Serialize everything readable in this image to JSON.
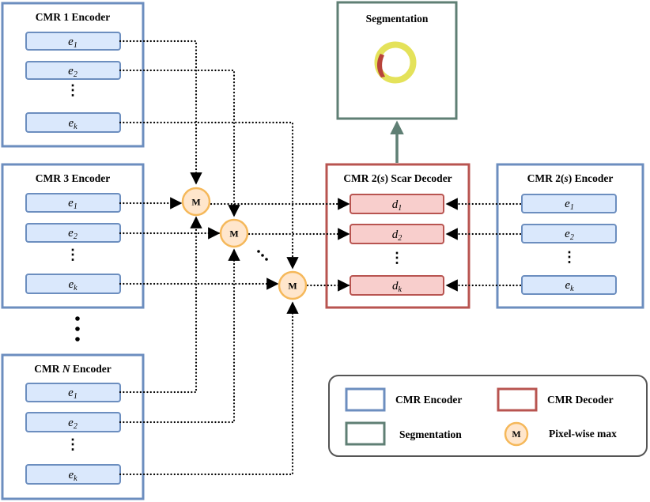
{
  "colors": {
    "encoder_border": "#6c8ebf",
    "encoder_fill": "#dae8fc",
    "decoder_border": "#b85450",
    "decoder_fill": "#f8cecc",
    "segmentation_border": "#5f7f74",
    "merge_fill": "#ffe6cc",
    "merge_border": "#f5b85a",
    "ring_yellow": "#e4e25a",
    "scar_red": "#b8433a"
  },
  "encoders": {
    "cmr1": {
      "title": "CMR 1 Encoder",
      "items": [
        {
          "base": "e",
          "sub": "1"
        },
        {
          "base": "e",
          "sub": "2"
        },
        {
          "base": "e",
          "sub": "k"
        }
      ]
    },
    "cmr3": {
      "title": "CMR 3 Encoder",
      "items": [
        {
          "base": "e",
          "sub": "1"
        },
        {
          "base": "e",
          "sub": "2"
        },
        {
          "base": "e",
          "sub": "k"
        }
      ]
    },
    "cmrN": {
      "title_prefix": "CMR ",
      "title_var": "N",
      "title_suffix": " Encoder",
      "items": [
        {
          "base": "e",
          "sub": "1"
        },
        {
          "base": "e",
          "sub": "2"
        },
        {
          "base": "e",
          "sub": "k"
        }
      ]
    },
    "cmr2": {
      "title_prefix": "CMR 2(",
      "title_var": "s",
      "title_suffix": ") Encoder",
      "items": [
        {
          "base": "e",
          "sub": "1"
        },
        {
          "base": "e",
          "sub": "2"
        },
        {
          "base": "e",
          "sub": "k"
        }
      ]
    }
  },
  "decoder": {
    "title_prefix": "CMR 2(",
    "title_var": "s",
    "title_suffix": ") Scar Decoder",
    "items": [
      {
        "base": "d",
        "sub": "1"
      },
      {
        "base": "d",
        "sub": "2"
      },
      {
        "base": "d",
        "sub": "k"
      }
    ]
  },
  "segmentation": {
    "title": "Segmentation"
  },
  "merge_label": "M",
  "legend": {
    "encoder": "CMR Encoder",
    "decoder": "CMR Decoder",
    "segmentation": "Segmentation",
    "pixel_max": "Pixel-wise max",
    "merge_symbol": "M"
  }
}
